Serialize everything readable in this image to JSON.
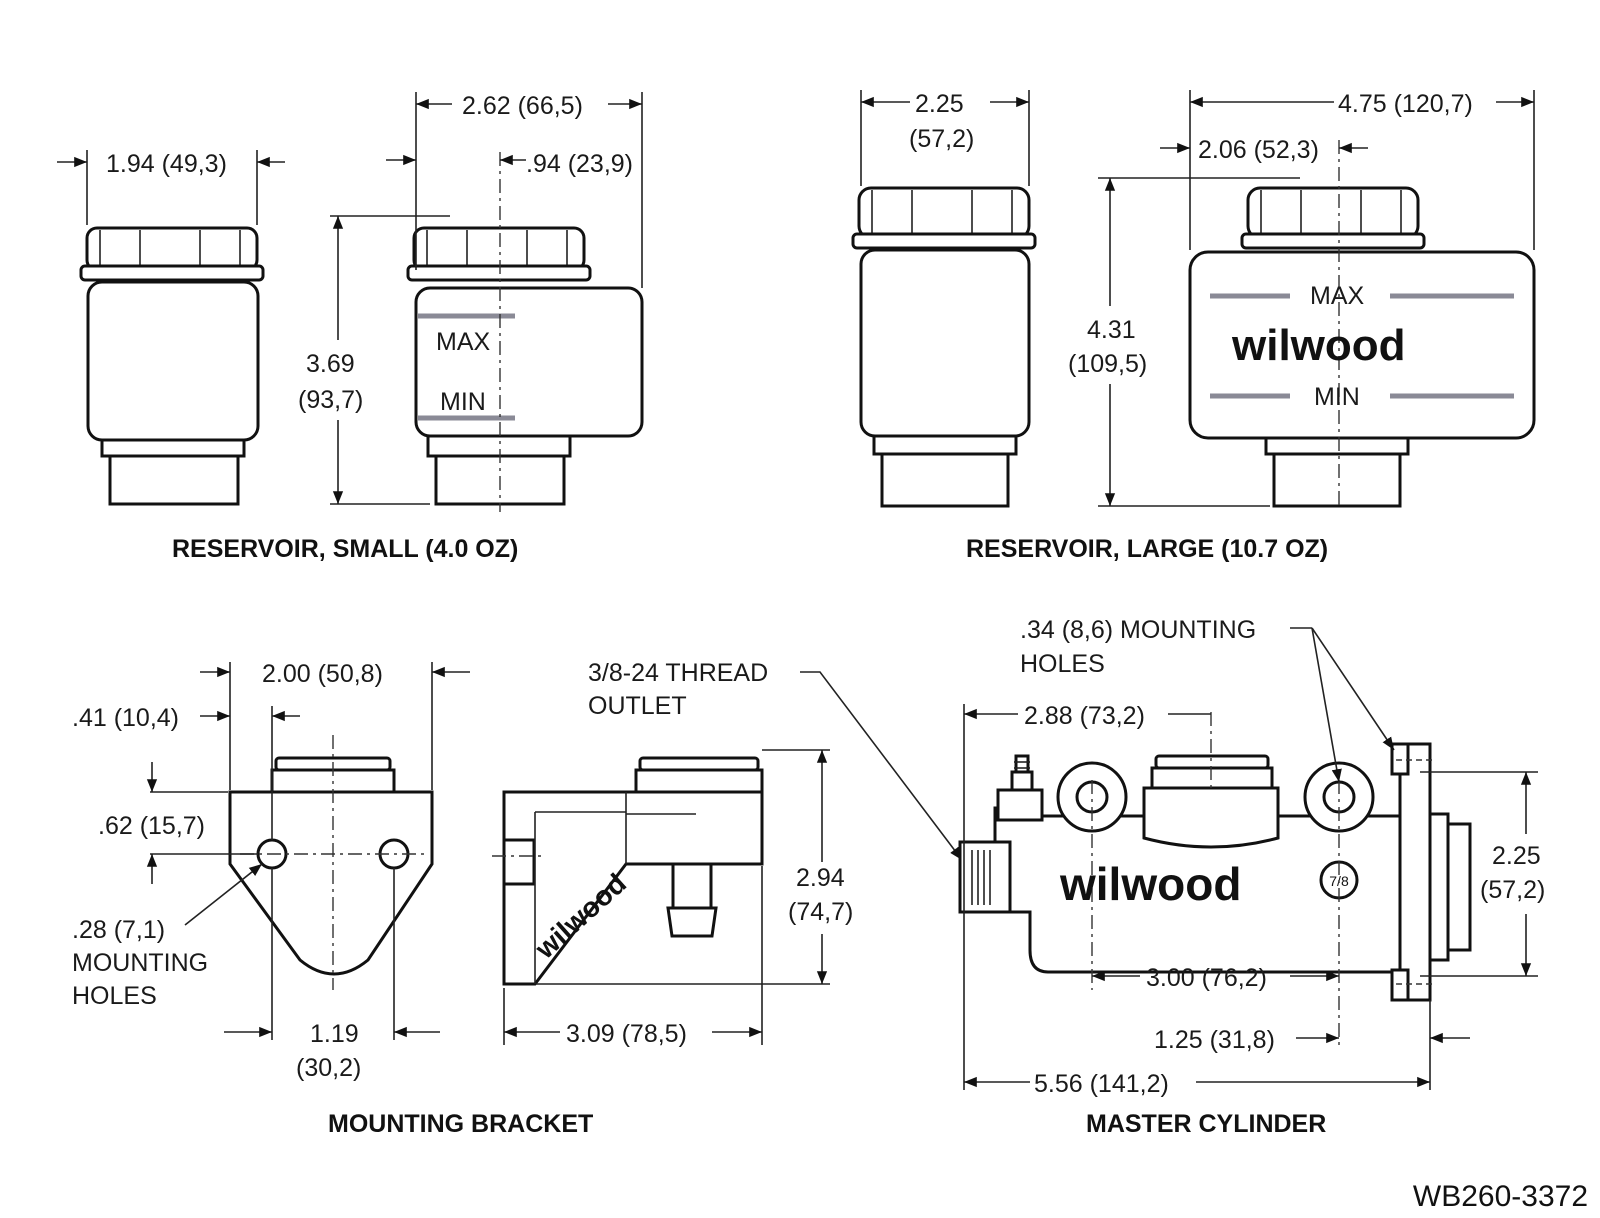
{
  "sections": {
    "reservoir_small": {
      "title": "RESERVOIR, SMALL (4.0 OZ)",
      "dim_width": "1.94 (49,3)",
      "dim_overall": "2.62 (66,5)",
      "dim_offset": ".94 (23,9)",
      "dim_height": "3.69",
      "dim_height_metric": "(93,7)",
      "level_max": "MAX",
      "level_min": "MIN"
    },
    "reservoir_large": {
      "title": "RESERVOIR, LARGE (10.7 OZ)",
      "dim_width": "2.25",
      "dim_width_metric": "(57,2)",
      "dim_overall": "4.75 (120,7)",
      "dim_offset": "2.06 (52,3)",
      "dim_height": "4.31",
      "dim_height_metric": "(109,5)",
      "level_max": "MAX",
      "level_min": "MIN",
      "logo": "wilwood"
    },
    "mounting_bracket": {
      "title": "MOUNTING BRACKET",
      "dim_hole_spacing": "2.00 (50,8)",
      "dim_edge": ".41 (10,4)",
      "dim_hole_height": ".62 (15,7)",
      "holes_callout": [
        ".28 (7,1)",
        "MOUNTING",
        "HOLES"
      ],
      "dim_bottom": "1.19",
      "dim_bottom_metric": "(30,2)",
      "dim_depth": "3.09 (78,5)",
      "dim_height": "2.94",
      "dim_height_metric": "(74,7)",
      "outlet_callout": [
        "3/8-24 THREAD",
        "OUTLET"
      ],
      "logo": "wilwood"
    },
    "master_cylinder": {
      "title": "MASTER CYLINDER",
      "holes_callout": [
        ".34 (8,6) MOUNTING",
        "HOLES"
      ],
      "dim_port": "2.88 (73,2)",
      "dim_holes": "3.00 (76,2)",
      "dim_flange": "1.25 (31,8)",
      "dim_overall": "5.56 (141,2)",
      "dim_height": "2.25",
      "dim_height_metric": "(57,2)",
      "bore_label": "7/8",
      "logo": "wilwood"
    }
  },
  "part_number": "WB260-3372"
}
